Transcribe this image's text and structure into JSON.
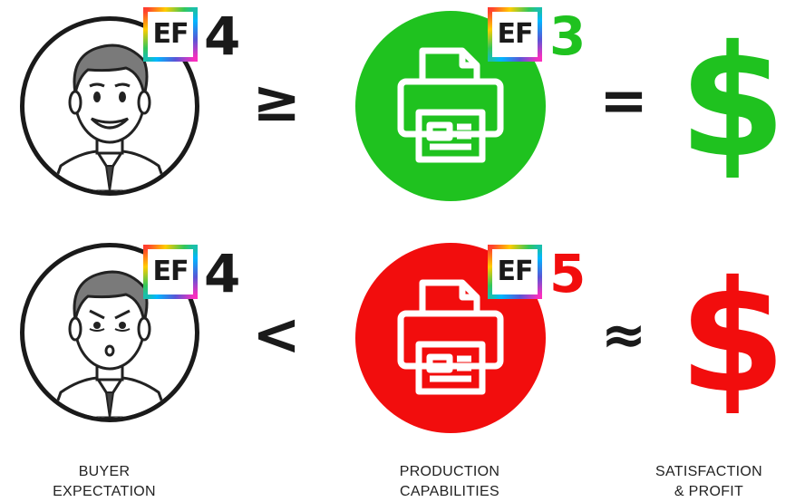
{
  "rows": [
    {
      "buyer_level": "4",
      "operator": "≥",
      "printer_level": "3",
      "printer_color": "#1fc21f",
      "result_operator": "=",
      "dollar": "$",
      "dollar_color": "#1fc21f"
    },
    {
      "buyer_level": "4",
      "operator": "<",
      "printer_level": "5",
      "printer_color": "#f20d0d",
      "result_operator": "≈",
      "dollar": "$",
      "dollar_color": "#f20d0d"
    }
  ],
  "badge_text": "EF",
  "captions": {
    "buyer": [
      "BUYER",
      "EXPECTATION"
    ],
    "production": [
      "PRODUCTION",
      "CAPABILITIES"
    ],
    "satisfaction": [
      "SATISFACTION",
      "& PROFIT"
    ]
  }
}
